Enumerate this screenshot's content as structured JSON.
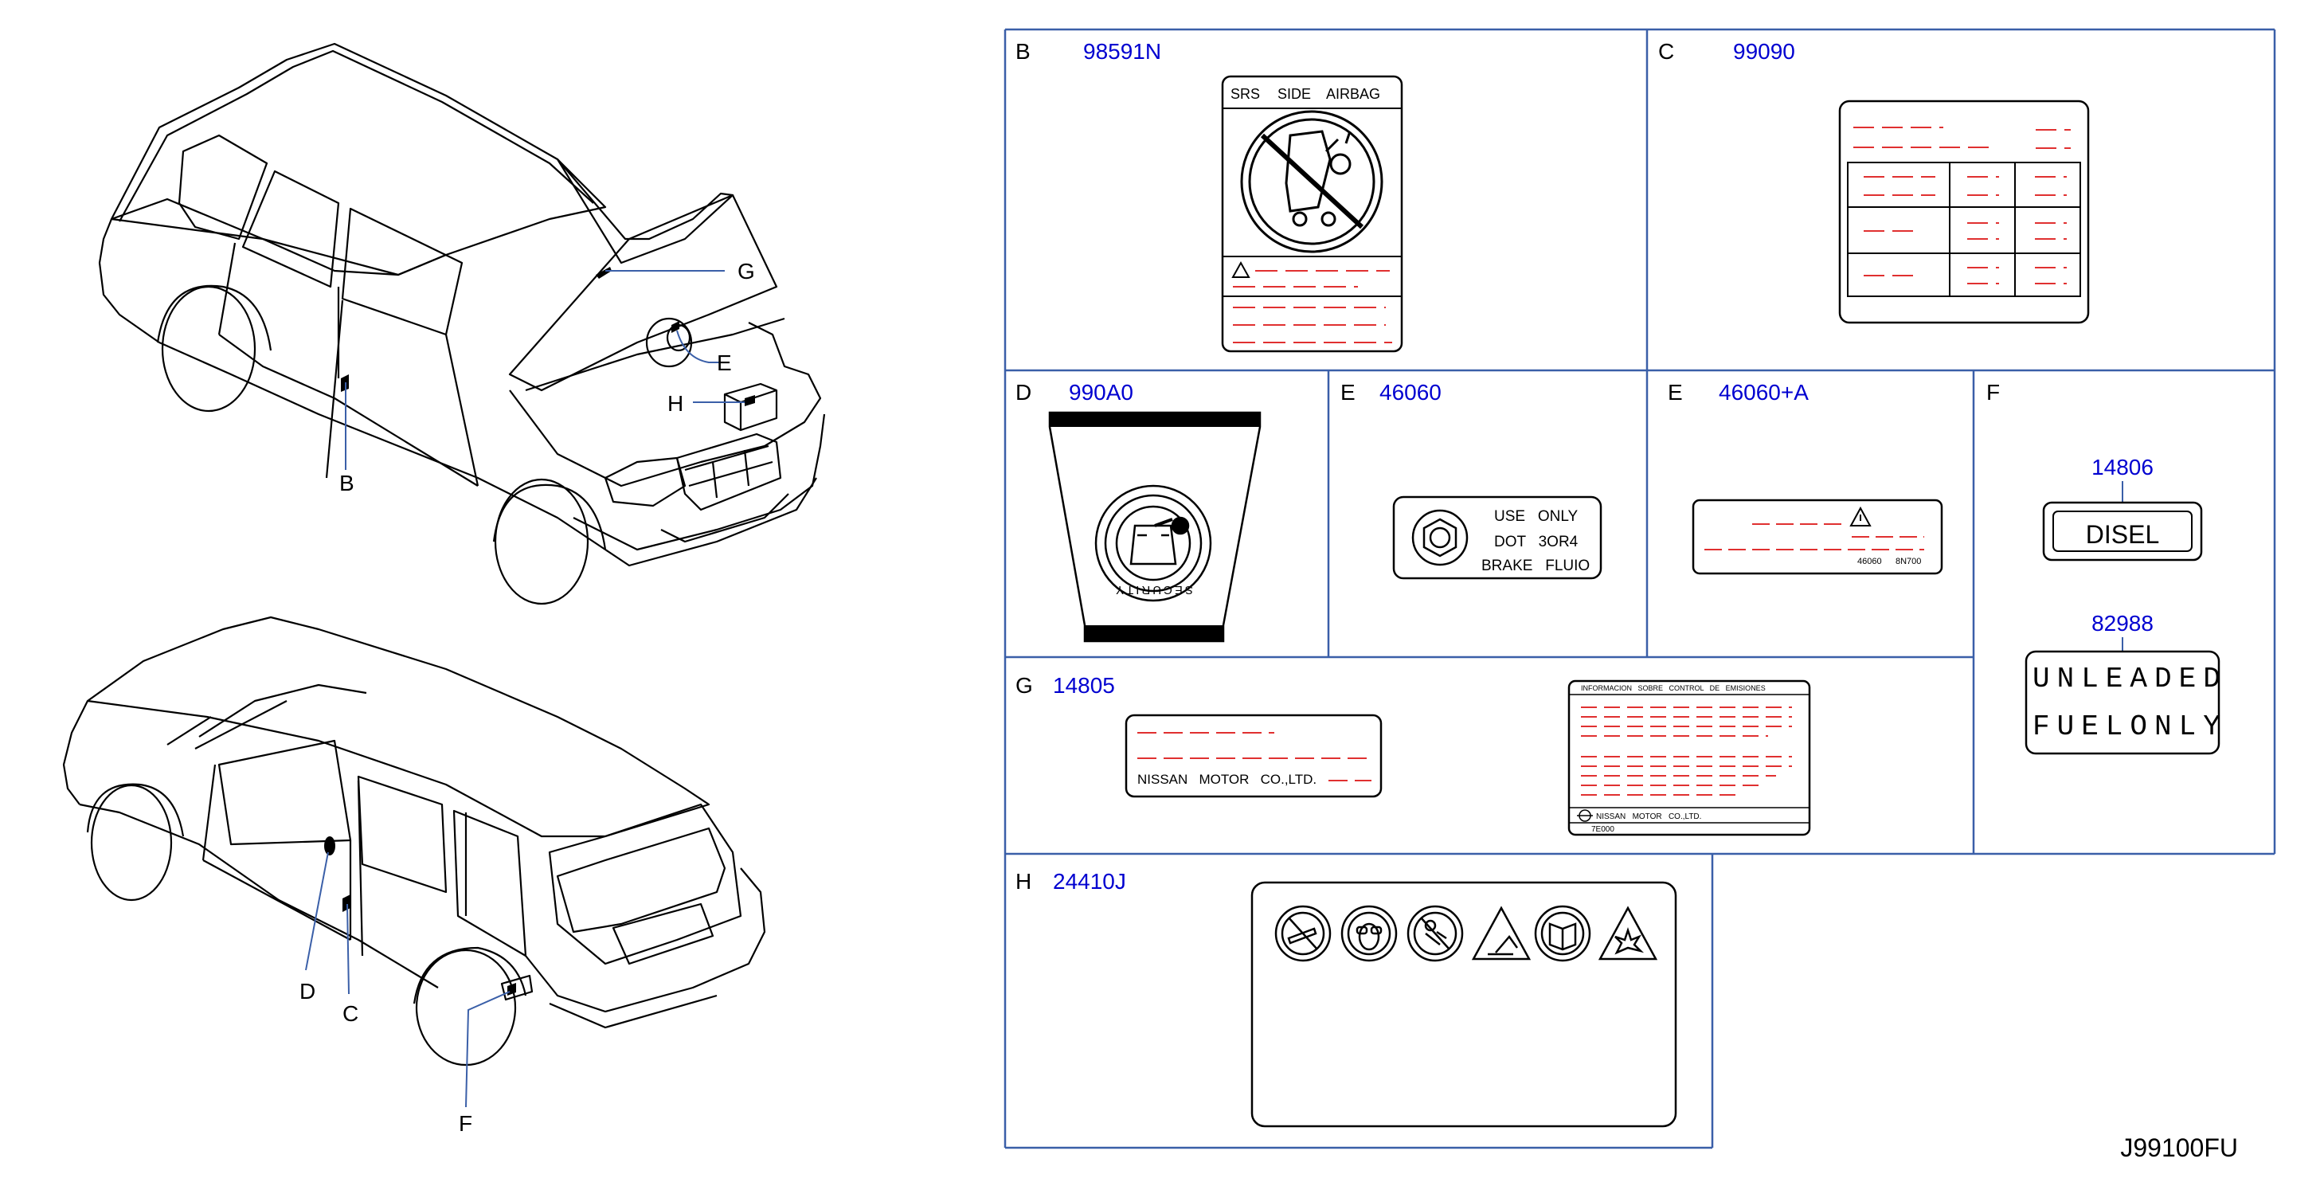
{
  "callouts": {
    "B": "B",
    "C": "C",
    "D": "D",
    "E": "E",
    "F": "F",
    "G": "G",
    "H": "H"
  },
  "panels": {
    "B": {
      "letter": "B",
      "code": "98591N",
      "label_text": [
        "SRS",
        "SIDE",
        "AIRBAG"
      ]
    },
    "C": {
      "letter": "C",
      "code": "99090"
    },
    "D": {
      "letter": "D",
      "code": "990A0",
      "ring_text": "SECURITY"
    },
    "E1": {
      "letter": "E",
      "code": "46060",
      "lines": [
        "USE   ONLY",
        "DOT   3OR4",
        "BRAKE   FLUIO"
      ]
    },
    "E2": {
      "letter": "E",
      "code": "46060+A",
      "small": [
        "46060",
        "8N700"
      ]
    },
    "F": {
      "letter": "F",
      "code_a": "14806",
      "text_a": "DISEL",
      "code_b": "82988",
      "row1": "UNLEADED",
      "row2": "FUELONLY"
    },
    "G": {
      "letter": "G",
      "code": "14805",
      "footer": "NISSAN   MOTOR   CO.,LTD.",
      "emission_header": "INFORMACION   SOBRE   CONTROL   DE   EMISIONES",
      "emission_footer": "NISSAN   MOTOR   CO.,LTD.",
      "emission_code": "7E000"
    },
    "H": {
      "letter": "H",
      "code": "24410J"
    }
  },
  "diagram_id": "J99100FU",
  "colors": {
    "frame": "#3a5fa8",
    "code": "#0000d0",
    "dash": "#e03030",
    "line": "#000000"
  }
}
